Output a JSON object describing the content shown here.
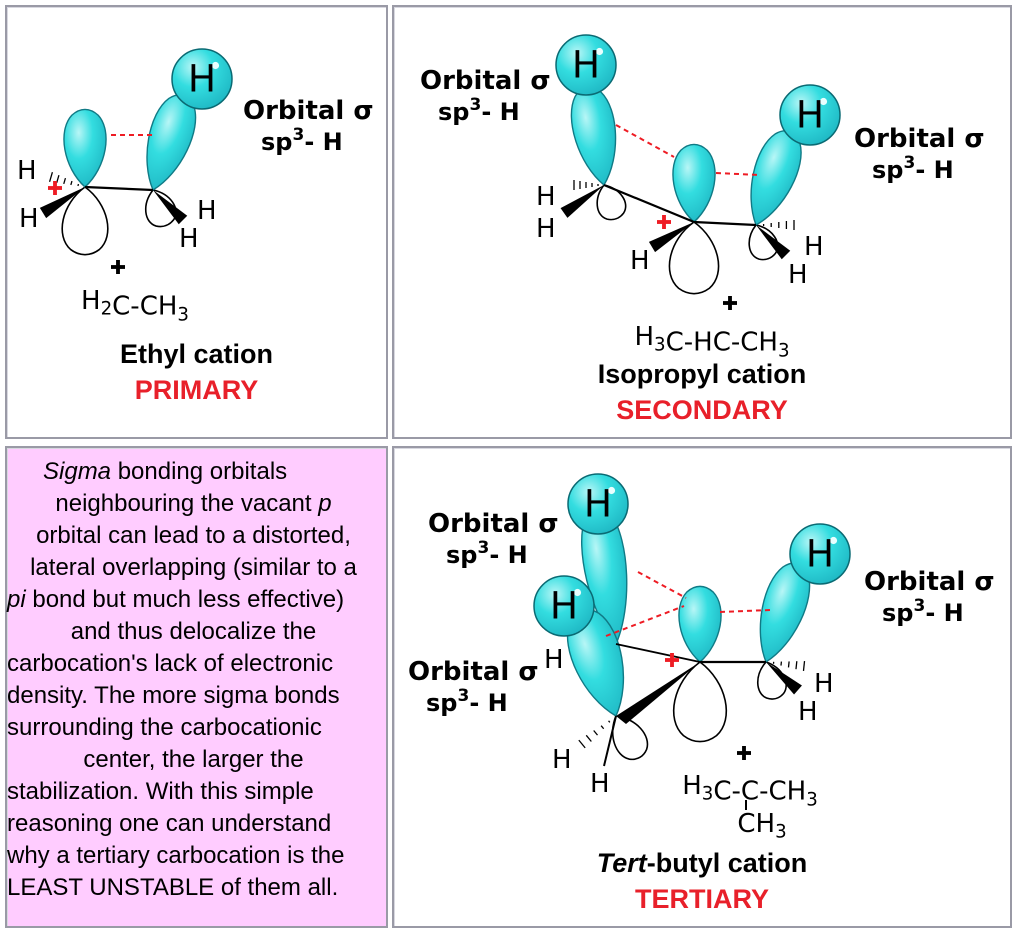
{
  "colors": {
    "orbital": "#33dde0",
    "orbital_edge": "#107a85",
    "plus": "#ee1c24",
    "dash": "#ee1c24",
    "classification": "#e8202a",
    "text_bg": "#ffccff"
  },
  "panels": {
    "ethyl": {
      "name": "Ethyl cation",
      "class": "PRIMARY",
      "formula": "H2C-CH3",
      "orbital_label": "Orbital σ",
      "orbital_sub": "sp3- H"
    },
    "isopropyl": {
      "name": "Isopropyl cation",
      "class": "SECONDARY",
      "formula": "H3C-HC-CH3",
      "orbital_label": "Orbital σ",
      "orbital_sub": "sp3- H"
    },
    "tertbutyl": {
      "name_italic": "Tert",
      "name_rest": "-butyl cation",
      "class": "TERTIARY",
      "formula": "H3C-C-CH3",
      "formula_bottom": "CH3",
      "orbital_label": "Orbital σ",
      "orbital_sub": "sp3- H"
    }
  },
  "description": {
    "lines": [
      [
        "",
        "Sigma",
        " bonding orbitals"
      ],
      [
        "neighbouring the vacant ",
        "p",
        ""
      ],
      [
        "orbital can lead to a distorted,",
        "",
        ""
      ],
      [
        "lateral overlapping (similar to a",
        "",
        ""
      ],
      [
        "",
        "pi",
        " bond but much less effective)"
      ],
      [
        "and thus delocalize the",
        "",
        ""
      ],
      [
        "carbocation's lack of electronic",
        "",
        ""
      ],
      [
        "density. The more sigma bonds",
        "",
        ""
      ],
      [
        "surrounding the carbocationic",
        "",
        ""
      ],
      [
        "center, the larger the",
        "",
        ""
      ],
      [
        "stabilization. With this simple",
        "",
        ""
      ],
      [
        "reasoning one can understand",
        "",
        ""
      ],
      [
        "why a tertiary carbocation is the",
        "",
        ""
      ],
      [
        "LEAST UNSTABLE of them all.",
        "",
        ""
      ]
    ]
  }
}
